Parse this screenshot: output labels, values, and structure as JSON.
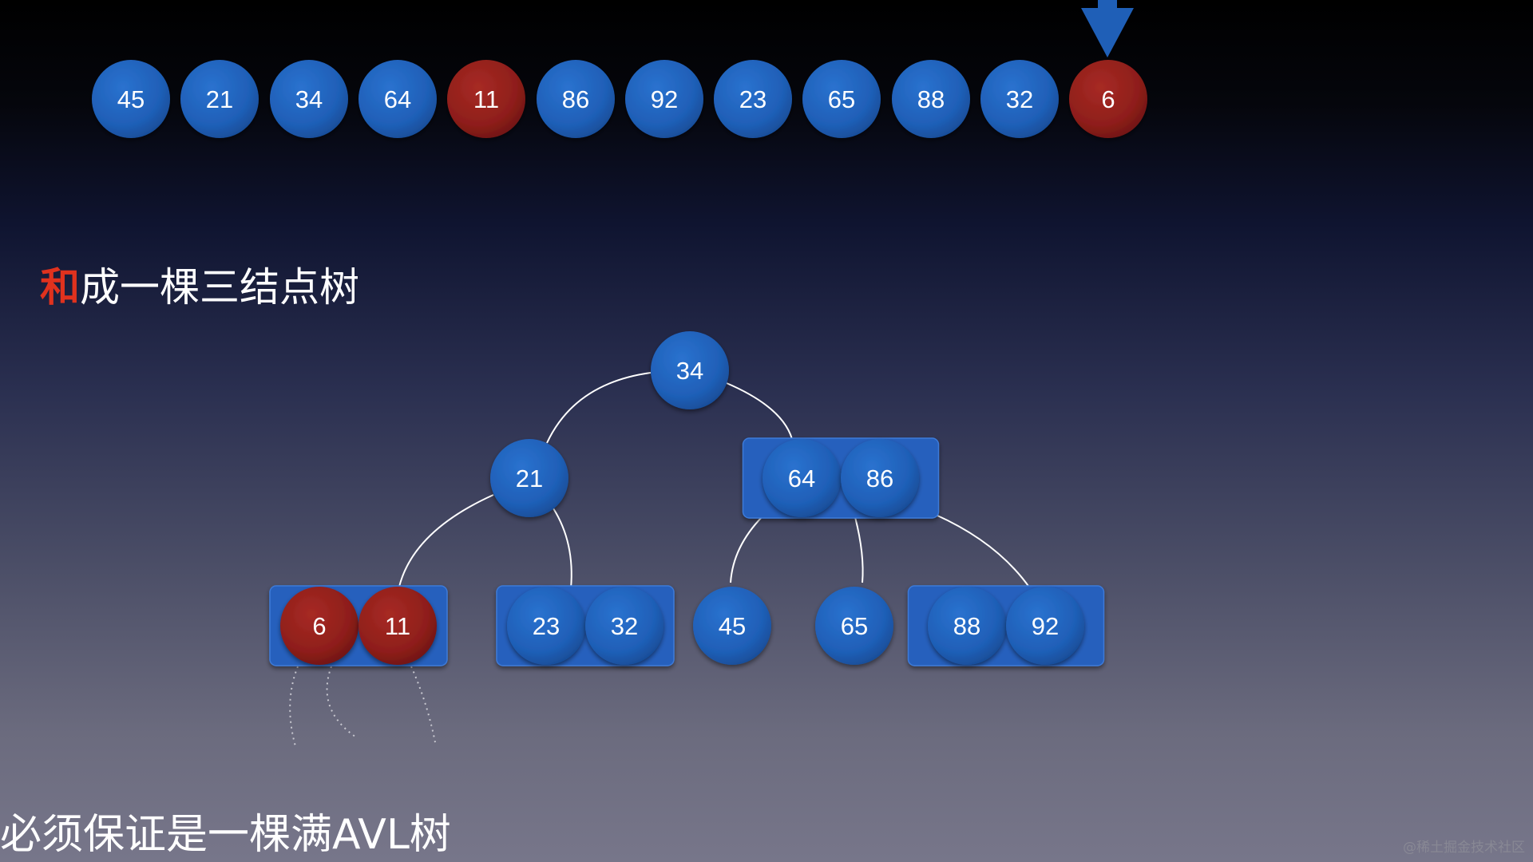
{
  "colors": {
    "node_blue": "#1f5fb7",
    "node_red": "#8e1e1a",
    "box_blue": "#2560bd",
    "accent_red": "#e0321e",
    "text": "#ffffff"
  },
  "array": {
    "values": [
      "45",
      "21",
      "34",
      "64",
      "11",
      "86",
      "92",
      "23",
      "65",
      "88",
      "32",
      "6"
    ],
    "highlighted": [
      4,
      11
    ],
    "pointer_index": 11,
    "pointer_icon": "down-arrow-icon"
  },
  "title": {
    "highlight": "和",
    "rest": "成一棵三结点树"
  },
  "tree": {
    "root": {
      "keys": [
        "34"
      ]
    },
    "level1": [
      {
        "keys": [
          "21"
        ]
      },
      {
        "keys": [
          "64",
          "86"
        ]
      }
    ],
    "level2": [
      {
        "keys": [
          "6",
          "11"
        ],
        "red": true
      },
      {
        "keys": [
          "23",
          "32"
        ]
      },
      {
        "keys": [
          "45"
        ]
      },
      {
        "keys": [
          "65"
        ]
      },
      {
        "keys": [
          "88",
          "92"
        ]
      }
    ]
  },
  "footer": {
    "text": "必须保证是一棵满AVL树"
  },
  "watermark": {
    "text": "@稀土掘金技术社区"
  }
}
